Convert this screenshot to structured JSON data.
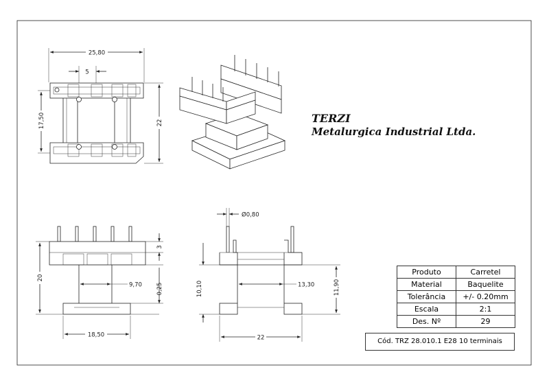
{
  "company": {
    "name": "TERZI",
    "subtitle": "Metalurgica Industrial Ltda."
  },
  "dimensions": {
    "top_width": "25,80",
    "top_pin_pitch": "5",
    "top_inner_height": "17,50",
    "top_overall_height": "22",
    "pin_diameter": "Ø0,80",
    "front_height": "20",
    "front_flange": "3",
    "front_core_width": "9,70",
    "front_gap": "0,25",
    "front_base_width": "18,50",
    "side_height": "10,10",
    "side_core_width": "13,30",
    "side_body_height": "11,90",
    "side_base_width": "22"
  },
  "title_block": {
    "rows": [
      {
        "label": "Produto",
        "value": "Carretel"
      },
      {
        "label": "Material",
        "value": "Baquelite"
      },
      {
        "label": "Tolerância",
        "value": "+/- 0.20mm"
      },
      {
        "label": "Escala",
        "value": "2:1"
      },
      {
        "label": "Des. Nº",
        "value": "29"
      }
    ],
    "code": "Cód. TRZ 28.010.1 E28 10 terminais"
  }
}
